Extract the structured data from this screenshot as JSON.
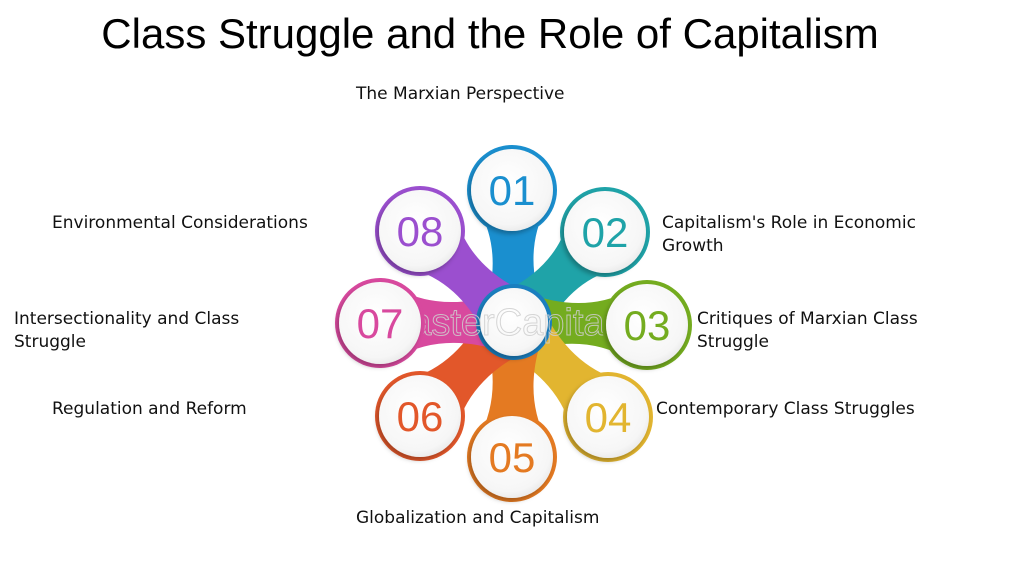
{
  "title": "Class Struggle and the Role of Capitalism",
  "items": [
    {
      "number": "01",
      "label_lines": [
        "The Marxian Perspective"
      ],
      "color": "#1a8fcf"
    },
    {
      "number": "02",
      "label_lines": [
        "Capitalism's Role in Economic",
        "Growth"
      ],
      "color": "#1fa3a8"
    },
    {
      "number": "03",
      "label_lines": [
        "Critiques of Marxian Class",
        "Struggle"
      ],
      "color": "#74ac1f"
    },
    {
      "number": "04",
      "label_lines": [
        "Contemporary Class Struggles"
      ],
      "color": "#e2b530"
    },
    {
      "number": "05",
      "label_lines": [
        "Globalization and Capitalism"
      ],
      "color": "#e47a22"
    },
    {
      "number": "06",
      "label_lines": [
        "Regulation and Reform"
      ],
      "color": "#e2572a"
    },
    {
      "number": "07",
      "label_lines": [
        "Intersectionality and Class",
        "Struggle"
      ],
      "color": "#d8499e"
    },
    {
      "number": "08",
      "label_lines": [
        "Environmental Considerations"
      ],
      "color": "#9b4fcf"
    }
  ],
  "watermark": "FasterCapital"
}
